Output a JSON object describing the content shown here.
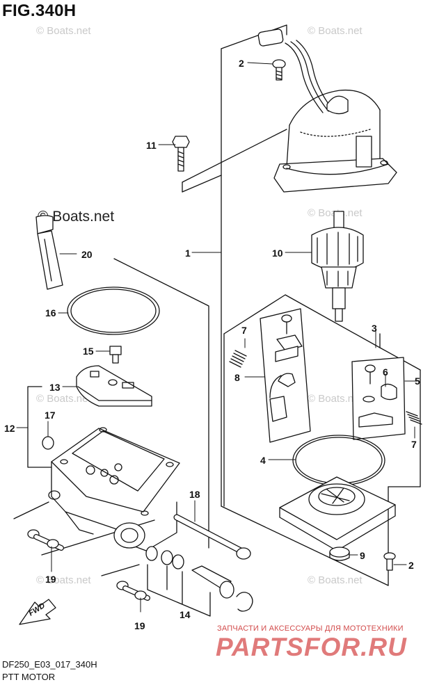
{
  "title": "FIG.340H",
  "watermark": "© Boats.net",
  "watermark_large": "© Boats.net",
  "callouts": {
    "c1": "1",
    "c2a": "2",
    "c2b": "2",
    "c3": "3",
    "c4": "4",
    "c5": "5",
    "c6": "6",
    "c7a": "7",
    "c7b": "7",
    "c8": "8",
    "c9": "9",
    "c10": "10",
    "c11": "11",
    "c12": "12",
    "c13": "13",
    "c14": "14",
    "c15": "15",
    "c16": "16",
    "c17": "17",
    "c18": "18",
    "c19a": "19",
    "c19b": "19",
    "c20": "20"
  },
  "fwd": "FWD",
  "footer": {
    "code": "DF250_E03_017_340H",
    "title": "PTT MOTOR"
  },
  "partsfor": {
    "tagline": "ЗАПЧАСТИ И АКСЕССУАРЫ ДЛЯ МОТОТЕХНИКИ",
    "logo": "PARTSFOR.RU"
  },
  "colors": {
    "line": "#111111",
    "watermark": "#c9c9c9",
    "brand": "#e07a7a"
  }
}
